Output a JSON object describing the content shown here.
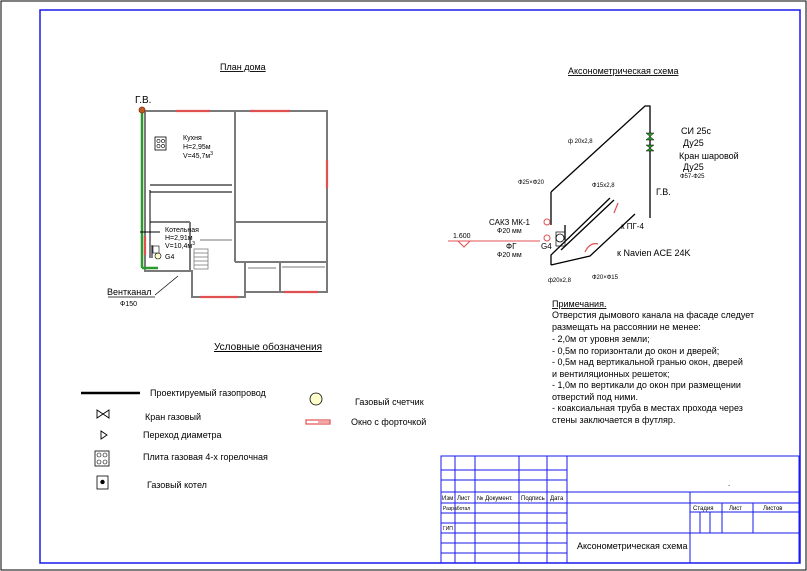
{
  "plan": {
    "title": "План дома",
    "gv": "Г.В.",
    "kitchen": {
      "name": "Кухня",
      "height": "H=2,95м",
      "volume": "V=45,7м",
      "volume_exp": "3"
    },
    "boiler_room": {
      "name": "Котельная",
      "height": "H=2,91м",
      "volume": "V=10,4м",
      "volume_exp": "3"
    },
    "g4": "G4",
    "vent": "Вентканал",
    "vent_dia": "Ф150"
  },
  "axo": {
    "title": "Аксонометрическая схема",
    "labels": {
      "phi20x28_top": "ф 20х2,8",
      "si": "СИ 25с",
      "du25_1": "Ду25",
      "valve": "Кран шаровой",
      "du25_2": "Ду25",
      "phi57": "Ф57-Ф25",
      "phi25_20": "Ф25×Ф20",
      "phi15x28": "Ф15х2,8",
      "gv": "Г.В.",
      "pg4": "к ПГ-4",
      "elev": "1.600",
      "saks": "САКЗ МК-1",
      "saks_dia": "Ф20 мм",
      "fg": "ФГ",
      "fg_dia": "Ф20 мм",
      "g4": "G4",
      "navien": "к Navien ACE 24K",
      "phi20x28_bottom": "ф20х2,8",
      "phi20_15": "Ф20×Ф15"
    }
  },
  "notes": {
    "title": "Примечания.",
    "lines": [
      "Отверстия дымового канала на фасаде следует",
      "размещать на рассоянии не менее:",
      "- 2,0м от уровня земли;",
      "- 0,5м по горизонтали до окон и дверей;",
      "- 0,5м над вертикальной гранью окон, дверей",
      "  и вентиляционных решеток;",
      "- 1,0м по вертикали до окон при размещении",
      "отверстий под ними.",
      "- коаксиальная труба в местах прохода через",
      "стены заключается в футляр."
    ]
  },
  "legend": {
    "title": "Условные обозначения",
    "pipeline": "Проектируемый газопровод",
    "valve": "Кран газовый",
    "reducer": "Переход диаметра",
    "stove": "Плита газовая  4-х горелочная",
    "boiler": "Газовый котел",
    "meter": "Газовый счетчик",
    "window": "Окно с форточкой"
  },
  "title_block": {
    "headers": [
      "Изм",
      "Лист",
      "№ Документ.",
      "Подпись",
      "Дата"
    ],
    "developer": "Разработал",
    "gip": "ГИП",
    "stage": "Стадия",
    "sheet": "Лист",
    "sheets": "Листов",
    "name": "Аксонометрическая схема",
    "dot": "."
  },
  "colors": {
    "frame": "#1a1aee",
    "wall": "#7a7a7a",
    "window": "#e05050",
    "gas": "#2a9a2a",
    "valve": "#2a9a2a"
  }
}
